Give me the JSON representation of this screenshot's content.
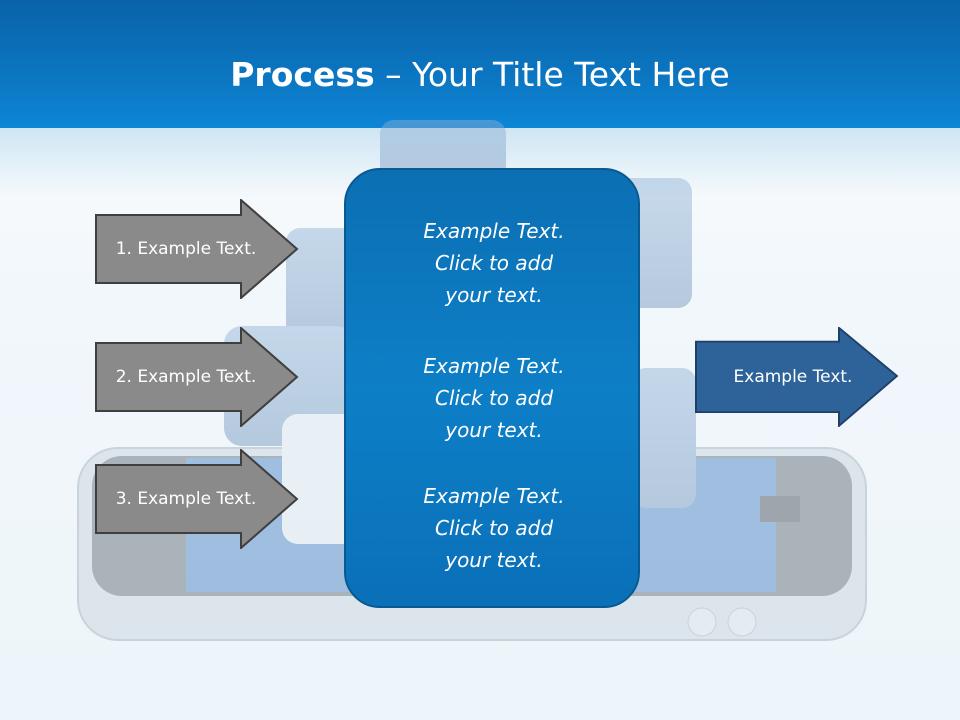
{
  "title": {
    "bold": "Process",
    "rest": " – Your Title Text Here"
  },
  "left_arrows": [
    {
      "label": "1. Example Text."
    },
    {
      "label": "2. Example Text."
    },
    {
      "label": "3. Example Text."
    }
  ],
  "center_blocks": [
    {
      "line1": "Example Text.",
      "line2": "Click  to add",
      "line3": "your text."
    },
    {
      "line1": "Example Text.",
      "line2": "Click  to add",
      "line3": "your text."
    },
    {
      "line1": "Example Text.",
      "line2": "Click  to add",
      "line3": "your text."
    }
  ],
  "output_arrow": {
    "label": "Example Text."
  },
  "colors": {
    "title_bar": "#0b74bf",
    "input_arrow_fill": "#8a8a8a",
    "center_box_fill": "#0d7fc7",
    "output_arrow_fill": "#2e6399"
  }
}
